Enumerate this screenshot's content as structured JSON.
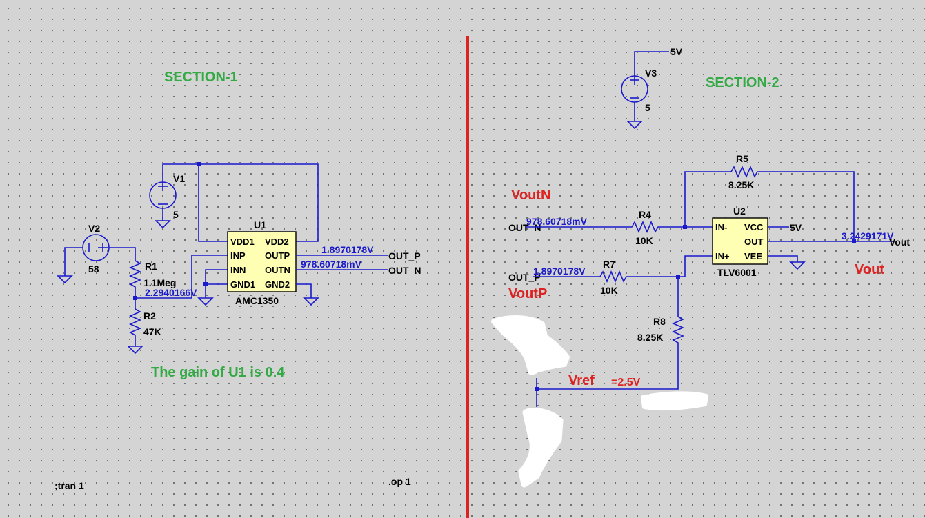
{
  "sections": {
    "left": "SECTION-1",
    "right": "SECTION-2"
  },
  "note": "The gain of U1 is 0.4",
  "directives": {
    "tran": ";tran 1",
    "op": ".op 1"
  },
  "colors": {
    "wire": "#1a1acc",
    "divider": "#dd2222",
    "section": "#33aa44",
    "annotation": "#dd2222"
  },
  "components": {
    "V1": {
      "name": "V1",
      "value": "5"
    },
    "V2": {
      "name": "V2",
      "value": "58"
    },
    "V3": {
      "name": "V3",
      "value": "5",
      "net": "5V"
    },
    "R1": {
      "name": "R1",
      "value": "1.1Meg"
    },
    "R2": {
      "name": "R2",
      "value": "47K"
    },
    "R4": {
      "name": "R4",
      "value": "10K"
    },
    "R5": {
      "name": "R5",
      "value": "8.25K"
    },
    "R7": {
      "name": "R7",
      "value": "10K"
    },
    "R8": {
      "name": "R8",
      "value": "8.25K"
    },
    "U1": {
      "name": "U1",
      "part": "AMC1350",
      "pins_left": [
        "VDD1",
        "INP",
        "INN",
        "GND1"
      ],
      "pins_right": [
        "VDD2",
        "OUTP",
        "OUTN",
        "GND2"
      ]
    },
    "U2": {
      "name": "U2",
      "part": "TLV6001",
      "pins_left": [
        "IN-",
        "IN+"
      ],
      "pins_right": [
        "VCC",
        "OUT",
        "VEE"
      ],
      "vcc_net": "5V"
    }
  },
  "nets": {
    "out_p": "OUT_P",
    "out_n": "OUT_N",
    "vout": "Vout"
  },
  "voltages": {
    "div": "2.2940166V",
    "outp": "1.8970178V",
    "outn": "978.60718mV",
    "r4_in": "978.60718mV",
    "r7_in": "1.8970178V",
    "vout": "3.2429171V"
  },
  "annotations": {
    "voutn": "VoutN",
    "voutp": "VoutP",
    "vout": "Vout",
    "vref": "Vref",
    "vref_value": "=2.5V"
  }
}
